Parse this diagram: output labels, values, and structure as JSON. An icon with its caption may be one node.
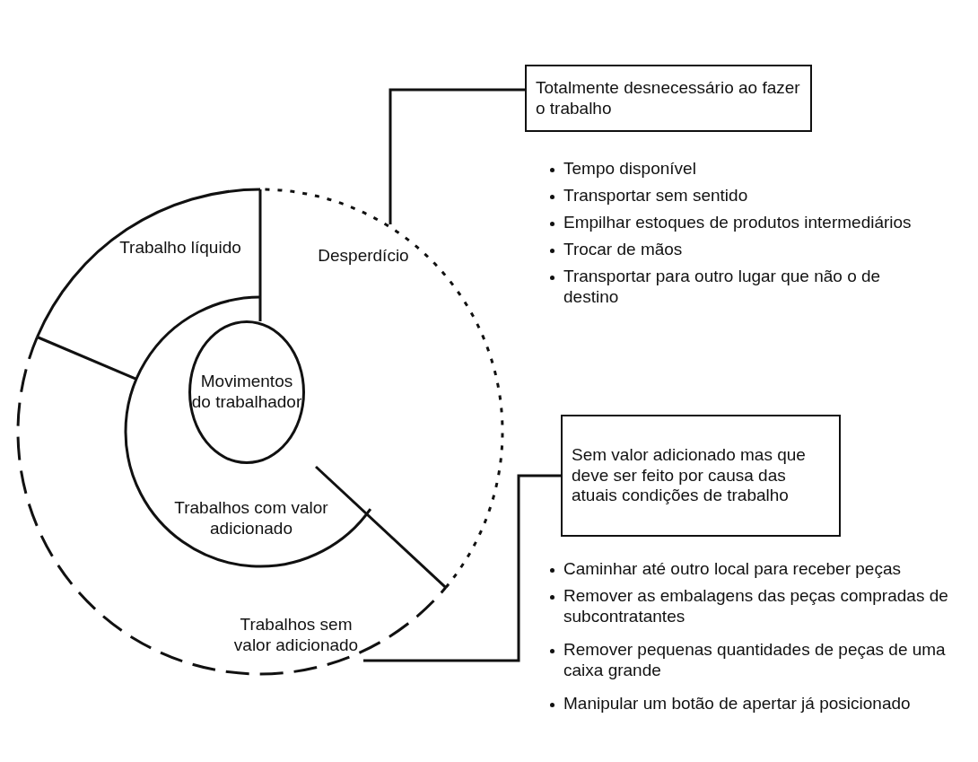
{
  "diagram": {
    "nodes": [
      {
        "text": [
          "Movimentos do trabalhador"
        ]
      },
      {
        "text": [
          "Trabalhos com valor adicionado"
        ]
      },
      {
        "text": [
          "Trabalho líquido"
        ]
      },
      {
        "text": [
          "Desperdício"
        ]
      },
      {
        "text": [
          "Trabalhos sem valor adicionado"
        ]
      },
      {
        "text": [
          "Totalmente desnecessário ao fazer o trabalho"
        ]
      },
      {
        "text": [
          "Sem valor adicionado mas que deve ser feito por causa das atuais condições de trabalho"
        ]
      }
    ],
    "edges": [
      {
        "from": 5,
        "to": 3,
        "arrow": "none"
      },
      {
        "from": 6,
        "to": 4,
        "arrow": "none"
      }
    ],
    "labels": [
      "Tempo disponível",
      "Transportar sem sentido",
      "Empilhar estoques de produtos intermediários",
      "Trocar de mãos",
      "Transportar para outro lugar que não o de destino",
      "Caminhar até outro local para receber peças",
      "Remover as embalagens das peças compradas de subcontratantes",
      "Remover pequenas quantidades de peças de uma caixa grande",
      "Manipular um botão de apertar já posicionado"
    ]
  }
}
